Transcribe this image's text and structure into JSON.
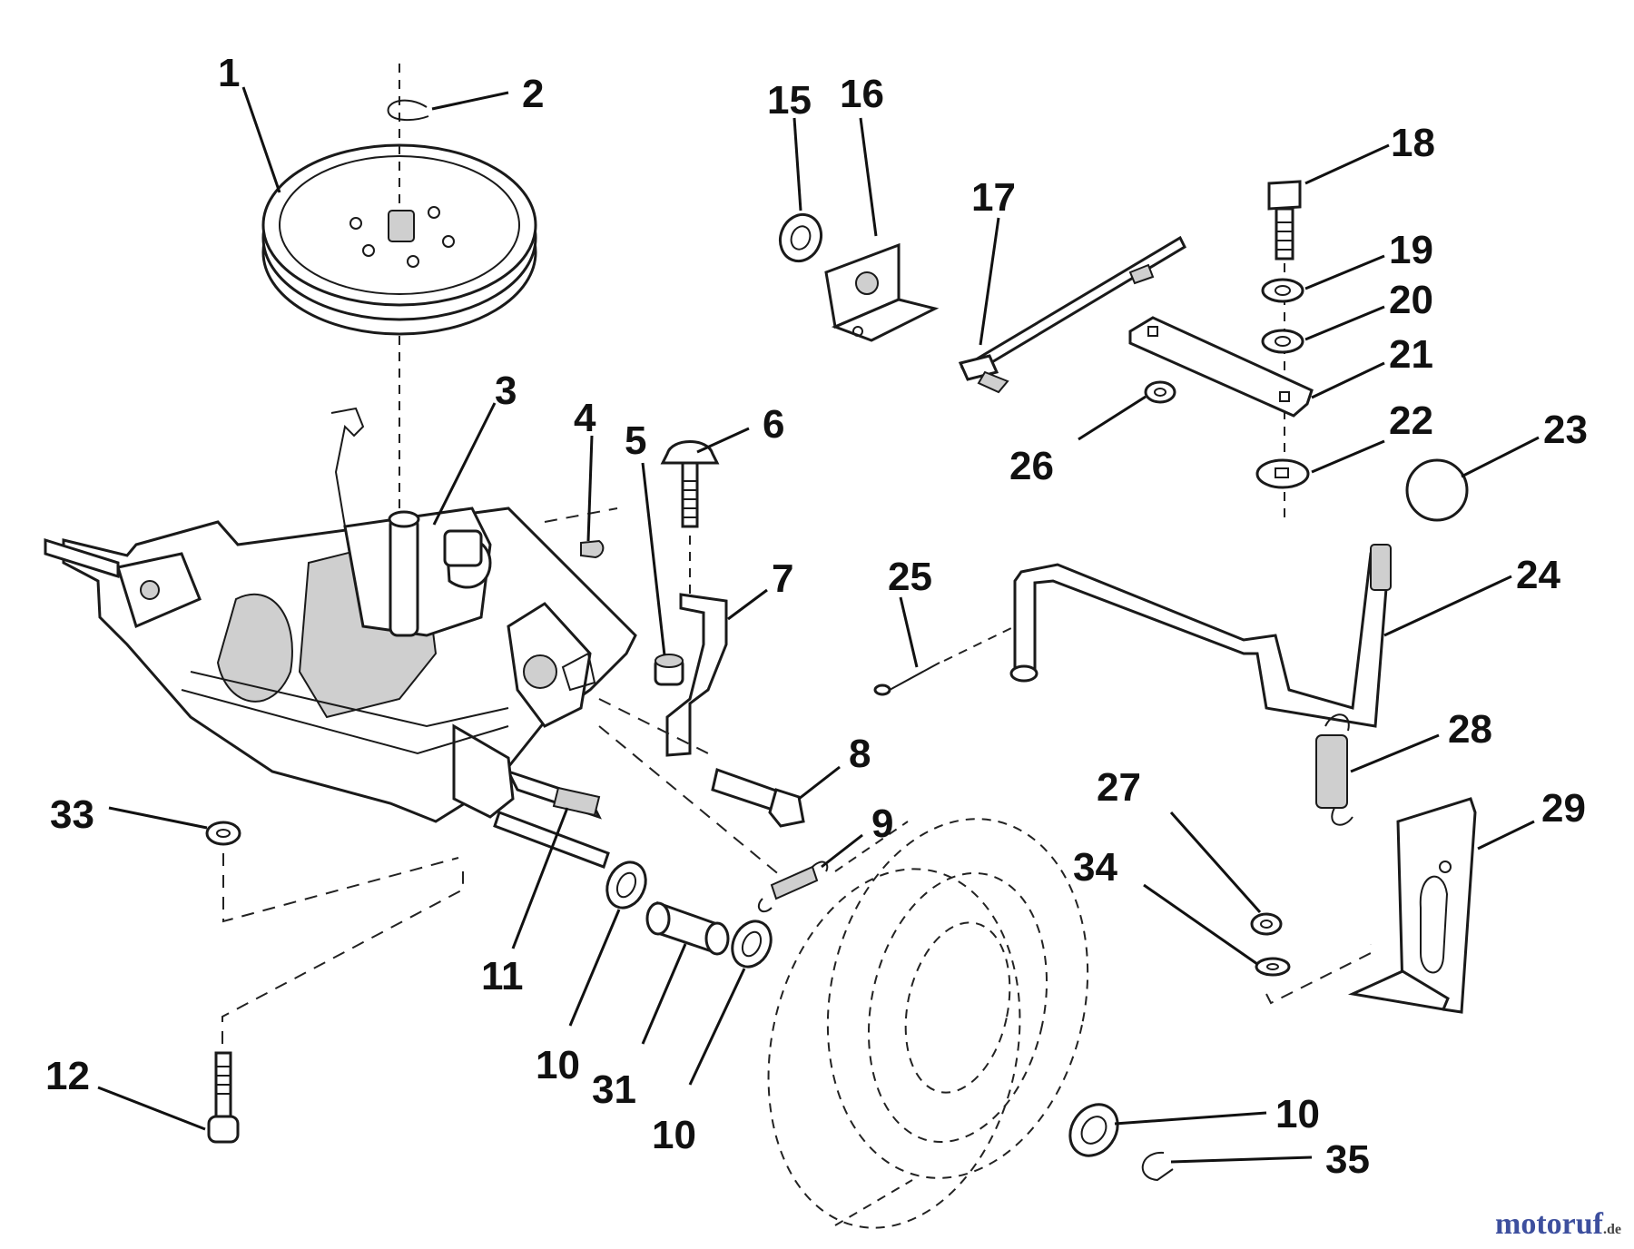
{
  "watermark": {
    "brand": "motoruf",
    "tld": ".de"
  },
  "callouts": [
    {
      "id": "1",
      "label": "1"
    },
    {
      "id": "2",
      "label": "2"
    },
    {
      "id": "3",
      "label": "3"
    },
    {
      "id": "4",
      "label": "4"
    },
    {
      "id": "5",
      "label": "5"
    },
    {
      "id": "6",
      "label": "6"
    },
    {
      "id": "7",
      "label": "7"
    },
    {
      "id": "8",
      "label": "8"
    },
    {
      "id": "9",
      "label": "9"
    },
    {
      "id": "10a",
      "label": "10"
    },
    {
      "id": "10b",
      "label": "10"
    },
    {
      "id": "10c",
      "label": "10"
    },
    {
      "id": "11",
      "label": "11"
    },
    {
      "id": "12",
      "label": "12"
    },
    {
      "id": "15",
      "label": "15"
    },
    {
      "id": "16",
      "label": "16"
    },
    {
      "id": "17",
      "label": "17"
    },
    {
      "id": "18",
      "label": "18"
    },
    {
      "id": "19",
      "label": "19"
    },
    {
      "id": "20",
      "label": "20"
    },
    {
      "id": "21",
      "label": "21"
    },
    {
      "id": "22",
      "label": "22"
    },
    {
      "id": "23",
      "label": "23"
    },
    {
      "id": "24",
      "label": "24"
    },
    {
      "id": "25",
      "label": "25"
    },
    {
      "id": "26",
      "label": "26"
    },
    {
      "id": "27",
      "label": "27"
    },
    {
      "id": "28",
      "label": "28"
    },
    {
      "id": "29",
      "label": "29"
    },
    {
      "id": "31",
      "label": "31"
    },
    {
      "id": "33",
      "label": "33"
    },
    {
      "id": "34",
      "label": "34"
    },
    {
      "id": "35",
      "label": "35"
    }
  ]
}
